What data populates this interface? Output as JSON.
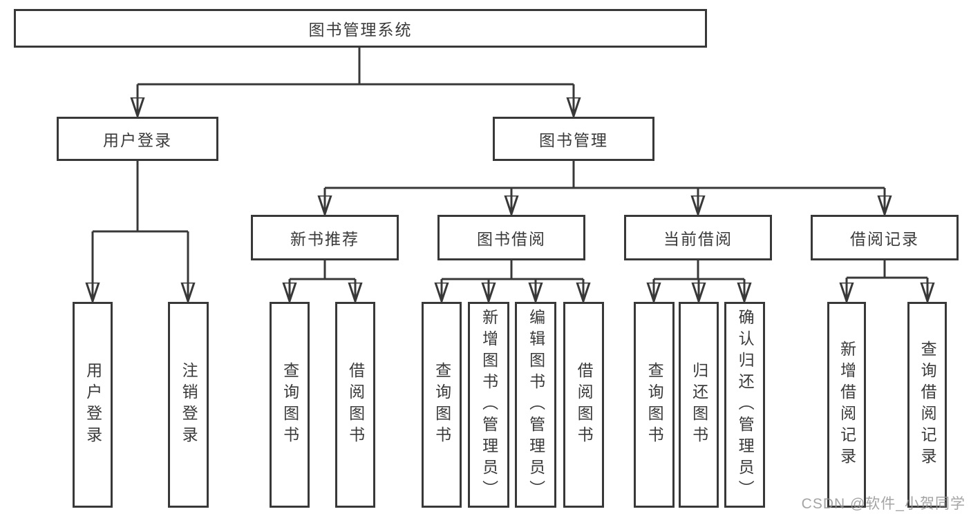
{
  "diagram": {
    "tree": {
      "root": {
        "label": "图书管理系统"
      },
      "branches": [
        {
          "label": "用户登录",
          "children": [
            {
              "label": "用户登录"
            },
            {
              "label": "注销登录"
            }
          ]
        },
        {
          "label": "图书管理",
          "groups": [
            {
              "label": "新书推荐",
              "children": [
                {
                  "label": "查询图书"
                },
                {
                  "label": "借阅图书"
                }
              ]
            },
            {
              "label": "图书借阅",
              "children": [
                {
                  "label": "查询图书"
                },
                {
                  "label": "新增图书（管理员）"
                },
                {
                  "label": "编辑图书（管理员）"
                },
                {
                  "label": "借阅图书"
                }
              ]
            },
            {
              "label": "当前借阅",
              "children": [
                {
                  "label": "查询图书"
                },
                {
                  "label": "归还图书"
                },
                {
                  "label": "确认归还（管理员）"
                }
              ]
            },
            {
              "label": "借阅记录",
              "children": [
                {
                  "label": "新增借阅记录"
                },
                {
                  "label": "查询借阅记录"
                }
              ]
            }
          ]
        }
      ]
    },
    "watermark": "CSDN @软件_小贺同学",
    "colors": {
      "line": "#383838",
      "box_background": "#ffffff",
      "text": "#3a3a3a",
      "watermark": "#949494"
    }
  }
}
